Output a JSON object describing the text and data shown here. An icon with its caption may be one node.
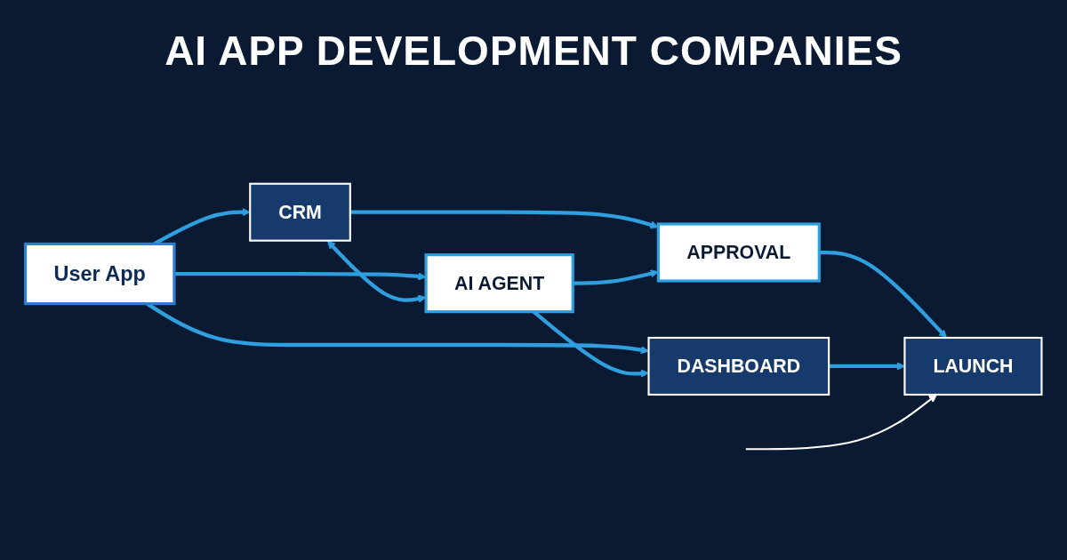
{
  "diagram": {
    "title": "AI APP DEVELOPMENT COMPANIES",
    "nodes": [
      {
        "text": [
          "User App"
        ]
      },
      {
        "text": [
          "CRM"
        ]
      },
      {
        "text": [
          "AI AGENT"
        ]
      },
      {
        "text": [
          "APPROVAL"
        ]
      },
      {
        "text": [
          "LAUNCH"
        ]
      },
      {
        "text": [
          "DASHBOARD"
        ]
      }
    ],
    "edges": [
      {
        "from": 0,
        "to": 1,
        "arrow": "to"
      },
      {
        "from": 0,
        "to": 2,
        "arrow": "to"
      },
      {
        "from": 0,
        "to": 5,
        "arrow": "to"
      },
      {
        "from": 1,
        "to": 2,
        "arrow": "both"
      },
      {
        "from": 1,
        "to": 3,
        "arrow": "to"
      },
      {
        "from": 2,
        "to": 3,
        "arrow": "to"
      },
      {
        "from": 3,
        "to": 4,
        "arrow": "to"
      },
      {
        "from": 2,
        "to": 5,
        "arrow": "to"
      },
      {
        "from": 5,
        "to": 4,
        "arrow": "to"
      },
      {
        "from": null,
        "to": 4,
        "arrow": "to",
        "color": "#ffffff"
      }
    ]
  }
}
